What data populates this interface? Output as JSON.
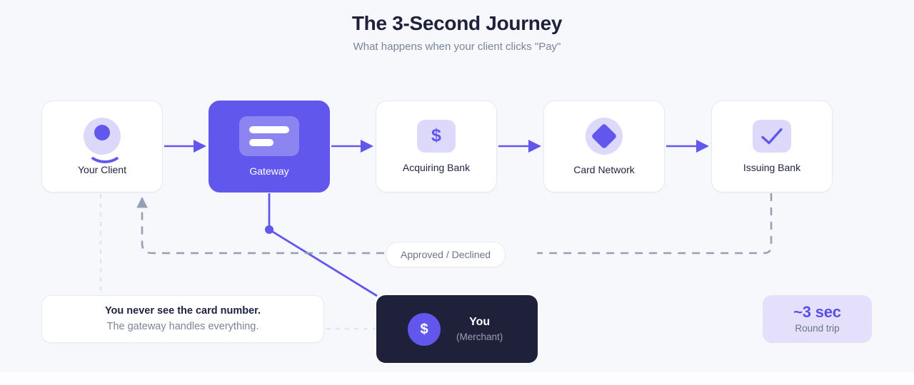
{
  "header": {
    "title": "The 3-Second Journey",
    "subtitle": "What happens when your client clicks \"Pay\""
  },
  "flow": {
    "nodes": [
      {
        "label": "Your Client",
        "icon": "person-icon",
        "style": "plain"
      },
      {
        "label": "Gateway",
        "icon": "card-icon",
        "style": "accent"
      },
      {
        "label": "Acquiring Bank",
        "icon": "dollar-icon",
        "style": "plain"
      },
      {
        "label": "Card Network",
        "icon": "diamond-icon",
        "style": "plain"
      },
      {
        "label": "Issuing Bank",
        "icon": "checkmark-icon",
        "style": "plain"
      }
    ],
    "dollar_glyph": "$",
    "return_path_label": "Approved / Declined"
  },
  "note": {
    "title": "You never see the card number.",
    "subtitle": "The gateway handles everything."
  },
  "merchant": {
    "badge_glyph": "$",
    "title": "You",
    "subtitle": "(Merchant)"
  },
  "timing": {
    "value": "~3 sec",
    "label": "Round trip"
  },
  "colors": {
    "background": "#f7f8fc",
    "accent": "#6157ec",
    "accent_soft": "#ddd9fb",
    "ink": "#1e2139",
    "muted": "#7b8499",
    "dashed": "#94a0b4",
    "dashed_light": "#e3e6f0",
    "card_border": "#e7e9f4"
  }
}
